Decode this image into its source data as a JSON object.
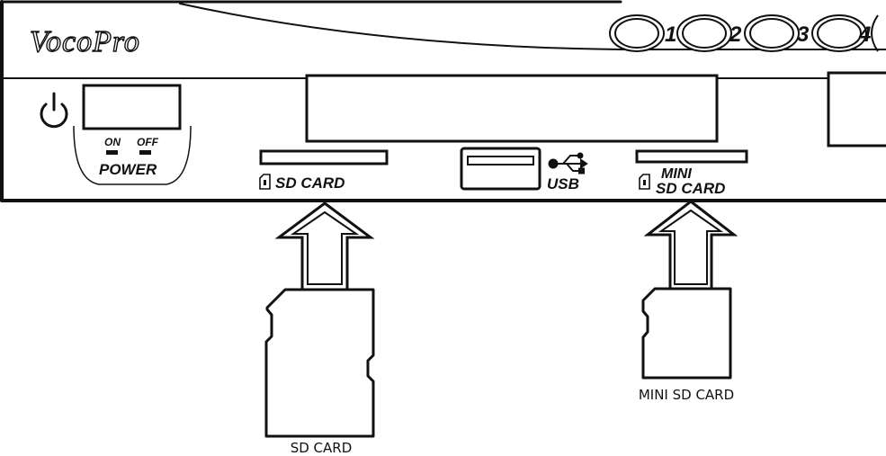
{
  "brand": {
    "logo_text": "VocoPro"
  },
  "buttons": [
    {
      "label": "1"
    },
    {
      "label": "2"
    },
    {
      "label": "3"
    },
    {
      "label": "4"
    }
  ],
  "power": {
    "on_label": "ON",
    "off_label": "OFF",
    "label": "POWER"
  },
  "slots": {
    "sd": {
      "label": "SD CARD"
    },
    "usb": {
      "label": "USB"
    },
    "mini_sd": {
      "label_line1": "MINI",
      "label_line2": "SD CARD"
    }
  },
  "captions": {
    "sd_card": "SD CARD",
    "mini_sd_card": "MINI SD CARD"
  },
  "colors": {
    "ink": "#111111",
    "background": "#ffffff"
  },
  "icons": {
    "power": "power-icon",
    "usb": "usb-icon",
    "lock": "card-lock-icon"
  }
}
